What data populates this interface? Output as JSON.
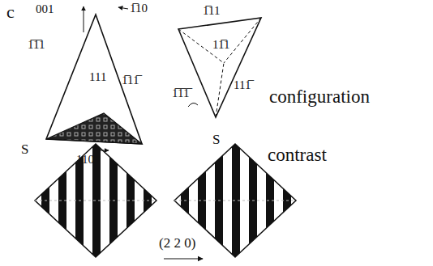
{
  "diagram": {
    "labels": [
      "c",
      "001",
      "1̅10",
      "1̅1̅1",
      "111",
      "1̅11̅",
      "110",
      "1̅11",
      "11̅1",
      "111̅",
      "1̅1̅1̅",
      "configuration",
      "S",
      "contrast",
      "S",
      "(2 2 0)"
    ]
  }
}
